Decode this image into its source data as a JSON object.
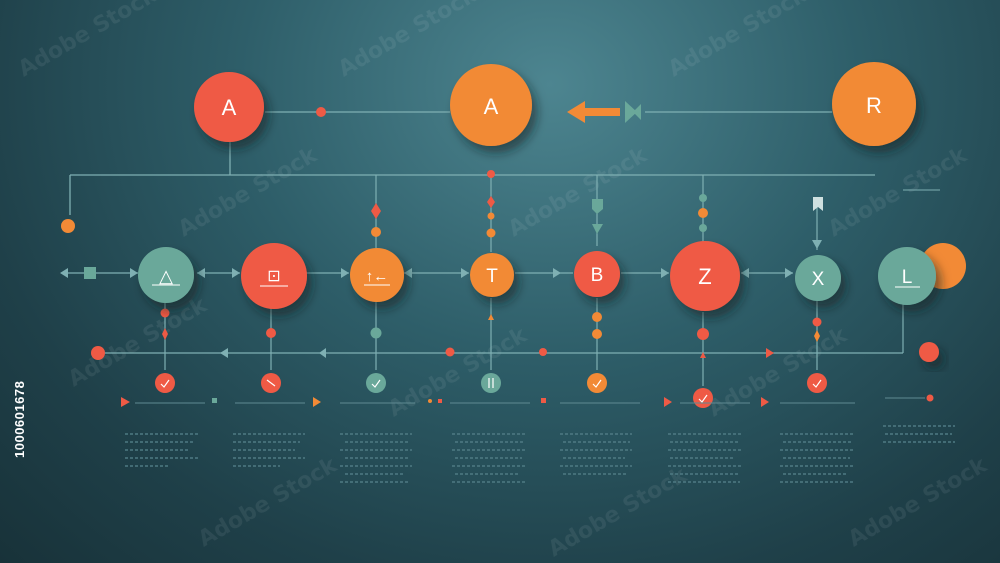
{
  "top_nodes": [
    "A",
    "A",
    "R"
  ],
  "mid_nodes": [
    "△",
    "⊡",
    "↑←",
    "T",
    "B",
    "Z",
    "X",
    "L"
  ],
  "stock_id": "1000601678",
  "watermark": "Adobe Stock",
  "colors": {
    "background": "#2b5a64",
    "red_orange": "#ef5a45",
    "orange": "#f28a36",
    "teal": "#6aa89a",
    "line": "#7fb0b3"
  }
}
